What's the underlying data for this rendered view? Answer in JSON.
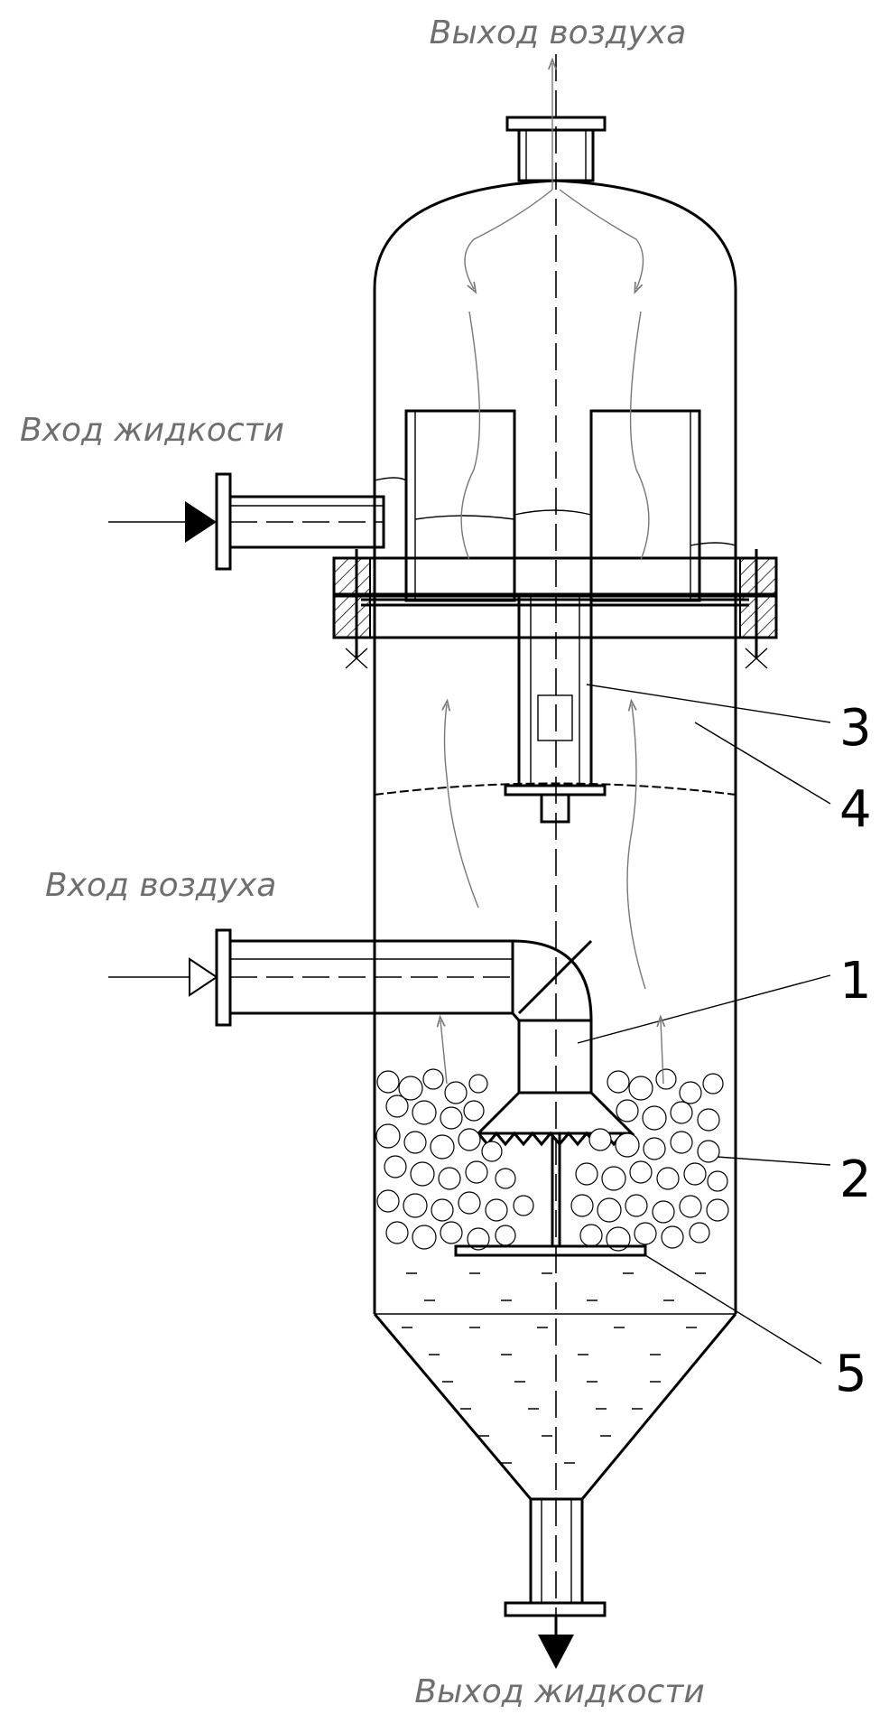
{
  "labels": {
    "air_out": "Выход воздуха",
    "liquid_in": "Вход жидкости",
    "air_in": "Вход воздуха",
    "liquid_out": "Выход жидкости"
  },
  "callouts": [
    "1",
    "2",
    "3",
    "4",
    "5"
  ],
  "colors": {
    "line": "#000000",
    "label": "#6f6f6f",
    "flow": "#777777",
    "background": "#ffffff"
  }
}
